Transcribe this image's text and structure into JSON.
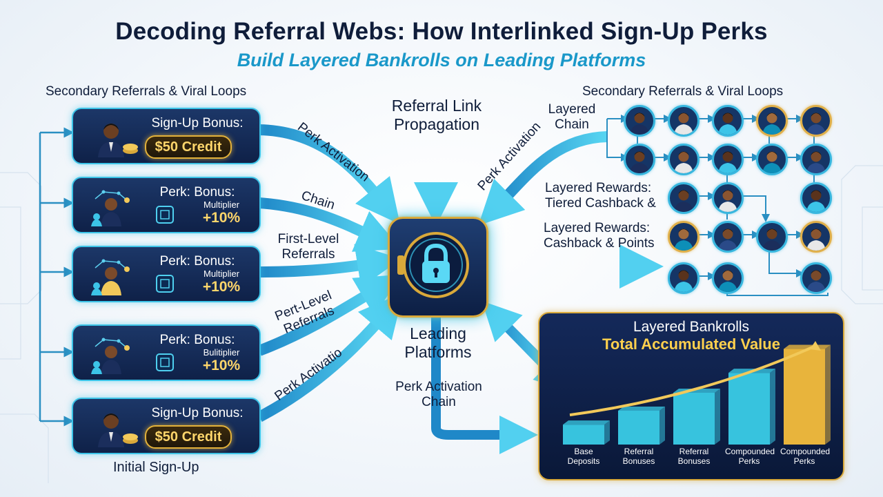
{
  "title": "Decoding Referral Webs: How Interlinked Sign-Up Perks",
  "subtitle": "Build Layered Bankrolls on Leading Platforms",
  "labels": {
    "secondary_left": "Secondary Referrals & Viral Loops",
    "secondary_right": "Secondary Referrals & Viral Loops",
    "referral_link": "Referral Link Propagation",
    "leading_platforms": "Leading Platforms",
    "perk_activation_chain": "Perk Activation Chain",
    "initial_signup": "Initial Sign-Up",
    "layered_chain": "Layered Chain",
    "layered_rewards_1": "Layered Rewards: Tiered Cashback &",
    "layered_rewards_2": "Layered Rewards: Cashback & Points",
    "arrow_perk_activation_1": "Perk Activation",
    "arrow_chain": "Chain",
    "arrow_first_level": "First-Level Referrals",
    "arrow_pert_level": "Pert-Level Referrals",
    "arrow_perk_activatio": "Perk Activatio",
    "arrow_perk_activation_right": "Perk Activation"
  },
  "cards": [
    {
      "type": "signup",
      "title": "Sign-Up Bonus:",
      "value": "$50 Credit"
    },
    {
      "type": "perk",
      "title": "Perk: Bonus:",
      "sub": "Multiplier",
      "value": "+10%"
    },
    {
      "type": "perk",
      "title": "Perk: Bonus:",
      "sub": "Multiplier",
      "value": "+10%"
    },
    {
      "type": "perk",
      "title": "Perk: Bonus:",
      "sub": "Bulitiplier",
      "value": "+10%"
    },
    {
      "type": "signup",
      "title": "Sign-Up Bonus:",
      "value": "$50 Credit"
    }
  ],
  "chart_data": {
    "type": "bar",
    "title": "Layered Bankrolls",
    "subtitle": "Total Accumulated Value",
    "categories": [
      "Base Deposits",
      "Referral Bonuses",
      "Referral Bonuses",
      "Compounded Perks",
      "Compounded Perks"
    ],
    "values": [
      1.0,
      1.7,
      2.6,
      3.6,
      4.8
    ],
    "ylim": [
      0,
      5.2
    ],
    "colors": [
      "#37c3de",
      "#37c3de",
      "#37c3de",
      "#37c3de",
      "#e8b43c"
    ],
    "trend": "rising"
  },
  "colors": {
    "accent": "#1a98c9",
    "navy": "#0f1d3a",
    "gold": "#e4b23a",
    "arrow": "#2fb6e4"
  }
}
